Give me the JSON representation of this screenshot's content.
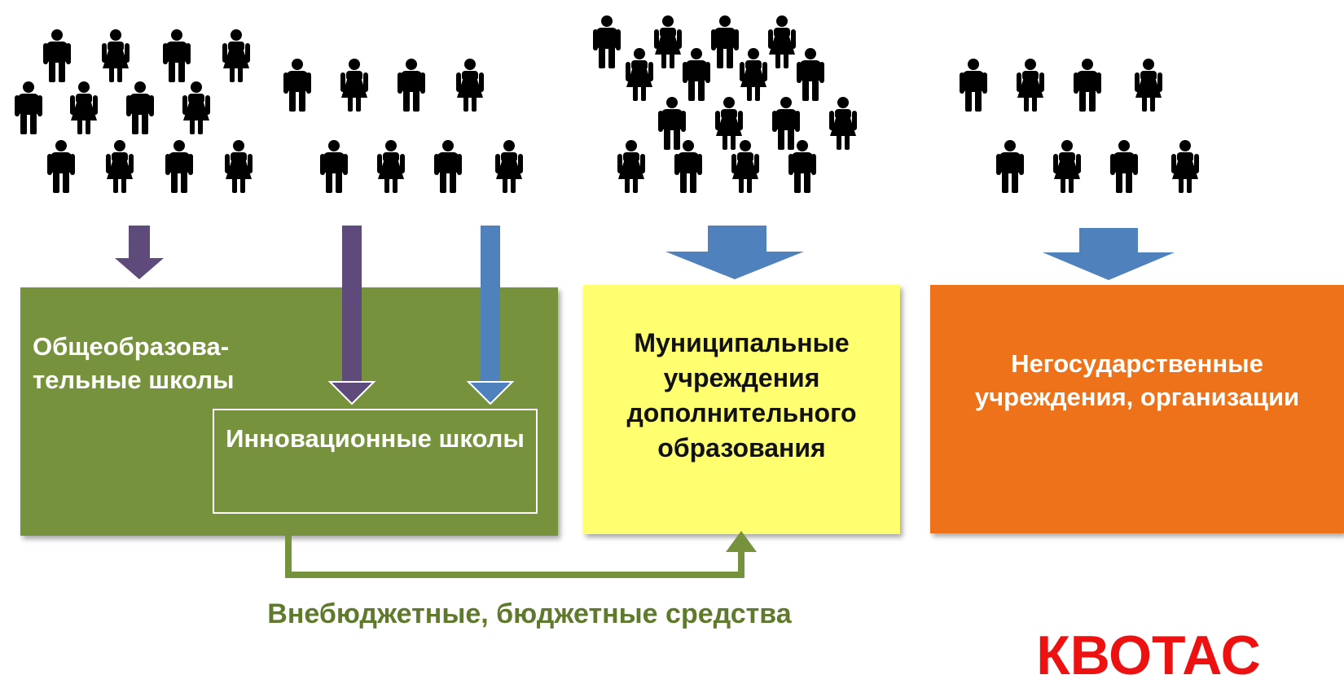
{
  "groups": {
    "general_schools_label": "Общеобразова-тельные школы",
    "innovative_schools_label": "Инновационные школы",
    "municipal_label": "Муниципальные учреждения дополнительного образования",
    "nongovernmental_label": "Негосударственные учреждения, организации"
  },
  "funding_label": "Внебюджетные, бюджетные средства",
  "brand_label": "КВОТАС",
  "colors": {
    "green": "#77923c",
    "yellow": "#ffff70",
    "orange": "#ee7219",
    "purple": "#5f4b7b",
    "blue": "#4f81bd",
    "brand": "#ee1111"
  },
  "icons": [
    "person-icon",
    "arrow-down-icon",
    "arrow-up-icon"
  ]
}
